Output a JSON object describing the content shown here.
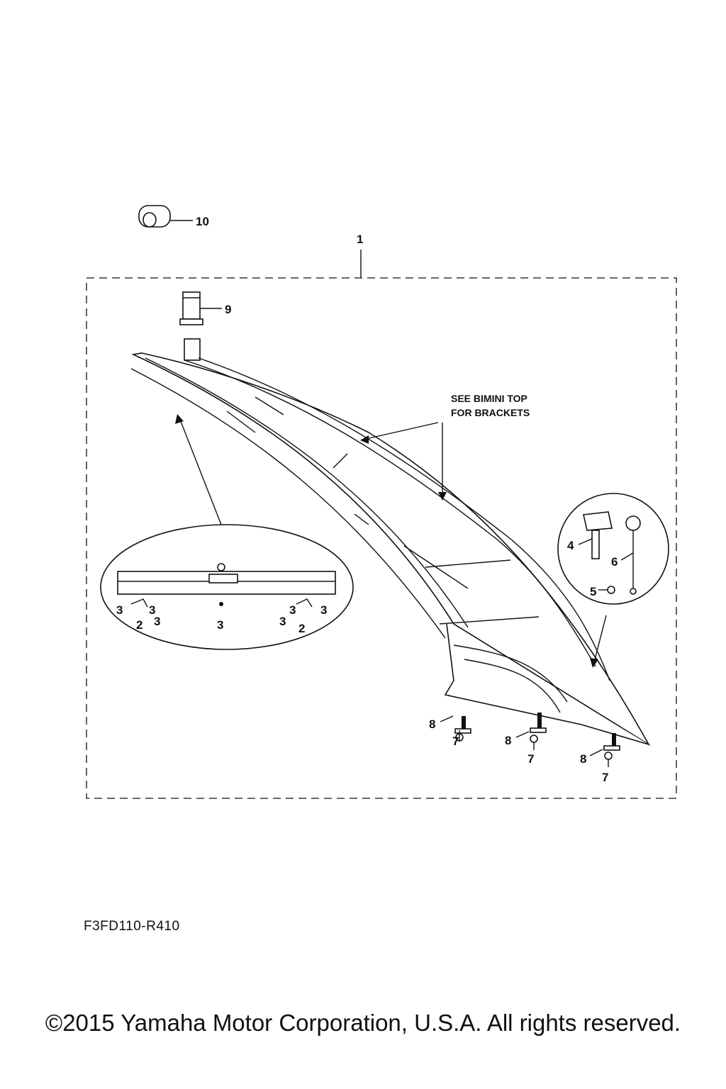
{
  "diagram": {
    "callouts": {
      "c1": "1",
      "c2a": "2",
      "c2b": "2",
      "c3a": "3",
      "c3b": "3",
      "c3c": "3",
      "c3d": "3",
      "c3e": "3",
      "c3f": "3",
      "c3g": "3",
      "c4": "4",
      "c5": "5",
      "c6": "6",
      "c7a": "7",
      "c7b": "7",
      "c7c": "7",
      "c8a": "8",
      "c8b": "8",
      "c8c": "8",
      "c9": "9",
      "c10": "10"
    },
    "note_line1": "SEE BIMINI TOP",
    "note_line2": "FOR BRACKETS"
  },
  "footer": {
    "diagram_code": "F3FD110-R410",
    "copyright": "©2015 Yamaha Motor Corporation, U.S.A. All rights reserved."
  }
}
